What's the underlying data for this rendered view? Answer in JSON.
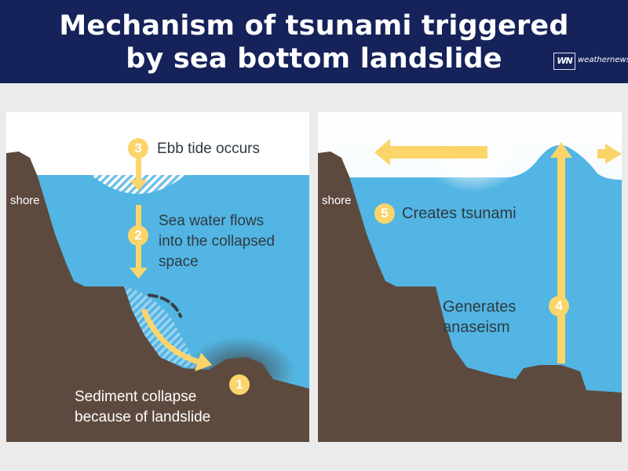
{
  "header": {
    "title_line1": "Mechanism of tsunami triggered",
    "title_line2": "by sea bottom landslide",
    "logo_mark": "WN",
    "logo_text": "weathernews",
    "background": "#16225a"
  },
  "colors": {
    "sea": "#52b5e3",
    "ground": "#5d4a3e",
    "arrow": "#fbd56a",
    "text": "#2f3a42"
  },
  "left_panel": {
    "shore": "shore",
    "steps": [
      {
        "number": "3",
        "text": "Ebb tide occurs"
      },
      {
        "number": "2",
        "line1": "Sea water flows",
        "line2": "into the collapsed",
        "line3": "space"
      },
      {
        "number": "1",
        "line1": "Sediment collapse",
        "line2": "because of landslide"
      }
    ]
  },
  "right_panel": {
    "shore": "shore",
    "steps": [
      {
        "number": "5",
        "text": "Creates tsunami"
      },
      {
        "number": "4",
        "line1": "Generates",
        "line2": "anaseism"
      }
    ]
  }
}
